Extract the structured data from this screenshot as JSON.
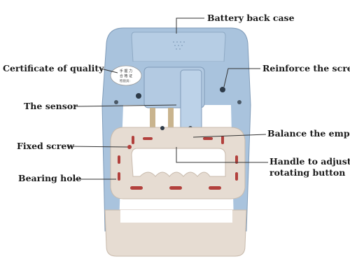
{
  "labels": {
    "battery_back_case": "Battery back case",
    "certificate_of_quality": "Certificate of quality",
    "reinforce_the_screw": "Reinforce the screw",
    "the_sensor": "The sensor",
    "balance_the_empty": "Balance the empty",
    "fixed_screw": "Fixed screw",
    "handle_line1": "Handle to adjust",
    "handle_line2": "rotating button",
    "bearing_hole": "Bearing hole"
  },
  "sticker_text": [
    "手 握 力",
    "合 格 证",
    "检验员："
  ],
  "colors": {
    "body_blue": "#a9c3dd",
    "body_blue_shade": "#8eaac6",
    "grip_beige": "#e6dcd2",
    "grip_beige_shade": "#cfc3b6",
    "slot_red": "#b2403c",
    "line": "#333333",
    "text": "#1a1a1a"
  }
}
